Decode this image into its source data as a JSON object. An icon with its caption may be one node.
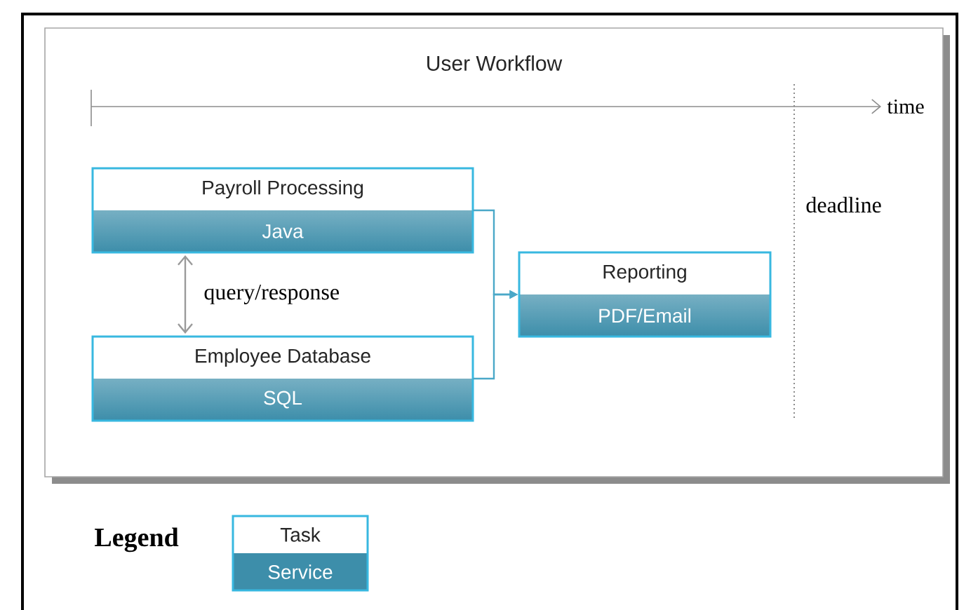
{
  "diagram": {
    "nodes": [
      {
        "text": [
          "User Workflow"
        ]
      },
      {
        "text": [
          "Payroll Processing",
          "Java"
        ],
        "in": 0
      },
      {
        "text": [
          "Employee Database",
          "SQL"
        ],
        "in": 0
      },
      {
        "text": [
          "Reporting",
          "PDF/Email"
        ],
        "in": 0
      }
    ],
    "edges": [
      {
        "from": 1,
        "to": 2,
        "arrow": "both",
        "label": "query/response",
        "color": "#9a9a9a"
      },
      {
        "from": 1,
        "to": 3,
        "arrow": "to"
      },
      {
        "from": 2,
        "to": 3,
        "arrow": "to"
      }
    ],
    "labels": [
      "time",
      "deadline",
      "Legend"
    ],
    "legend": [
      {
        "text": "Task",
        "color": "#ffffff"
      },
      {
        "text": "Service",
        "color": "#3d8eaa"
      }
    ]
  }
}
